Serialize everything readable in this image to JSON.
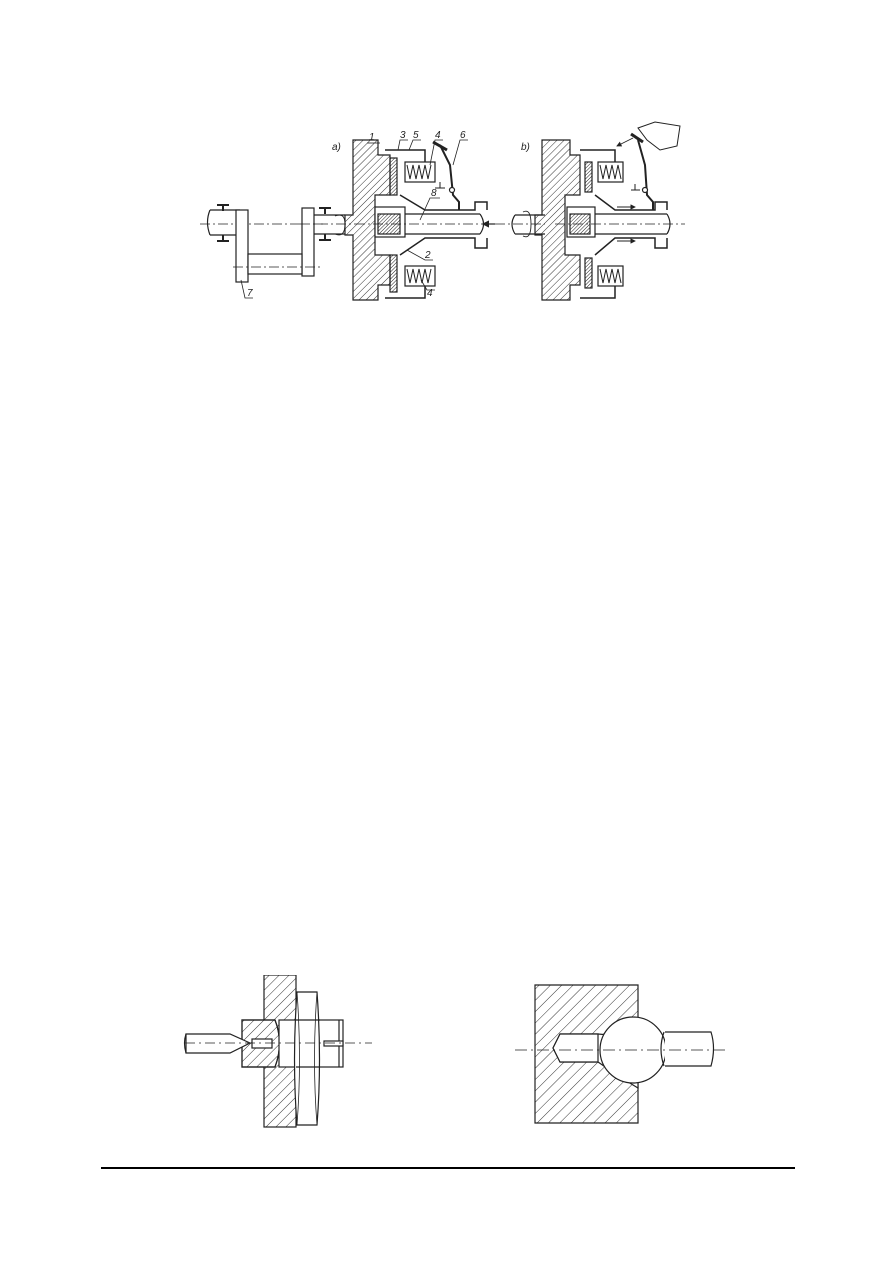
{
  "page": {
    "background": "#ffffff",
    "ink": "#1a1a1a"
  },
  "figure_top": {
    "description": "Friction clutch assembly shown engaged (a) and disengaged (b)",
    "panel_a": {
      "label": "a)",
      "part_labels": [
        "1",
        "3",
        "5",
        "4",
        "6",
        "8",
        "2",
        "4",
        "7"
      ]
    },
    "panel_b": {
      "label": "b)"
    }
  },
  "figure_bottom_left": {
    "description": "Center-point bushing in wall plate with hex nut and slotted end; tapered pin engages center"
  },
  "figure_bottom_right": {
    "description": "Ball-ended pin seated in conical recess of hatched body"
  },
  "footer": {
    "rule": true
  }
}
